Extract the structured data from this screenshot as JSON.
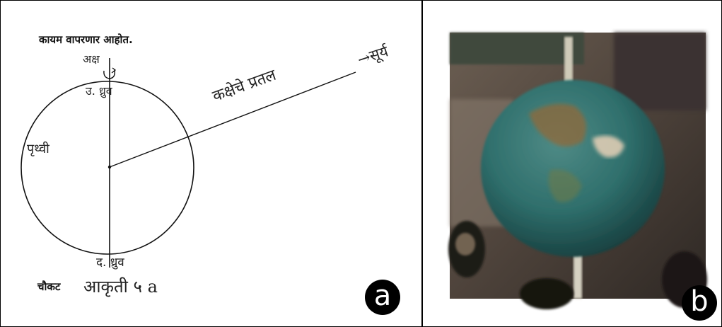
{
  "panel_a": {
    "header_text": "कायम वापरणार आहोत.",
    "axis_label": "अक्ष",
    "north_pole_label": "उ. ध्रुव",
    "south_pole_label": "द. ध्रुव",
    "earth_label": "पृथ्वी",
    "orbit_plane_label": "कक्षेचे प्रतल",
    "sun_label": "→सूर्य",
    "box_label": "चौकट",
    "figure_label": "आकृती ५ a",
    "badge": "a"
  },
  "panel_b": {
    "badge": "b"
  },
  "colors": {
    "ink": "#111111",
    "photo_background": "#5b4f47",
    "globe_ocean": "#2f6f6c"
  }
}
